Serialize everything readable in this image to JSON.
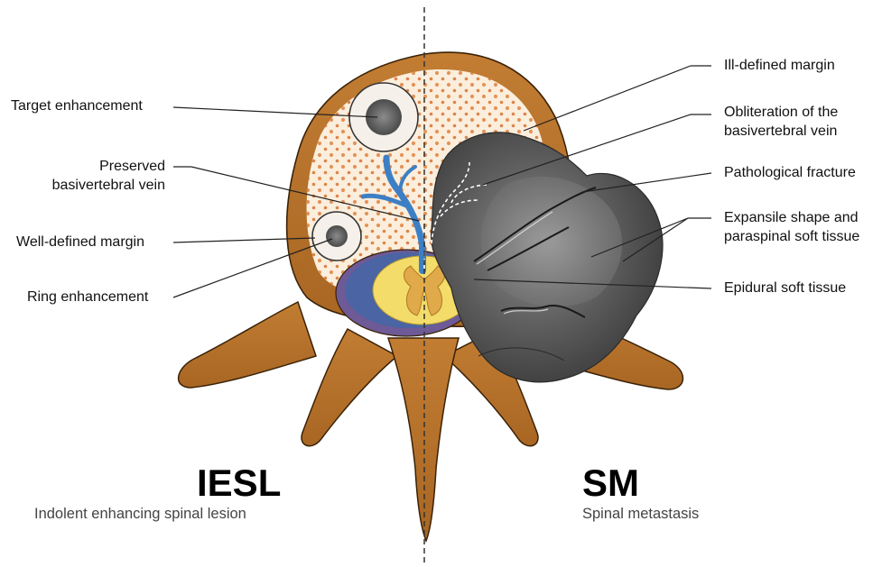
{
  "left_labels": {
    "target_enhancement": "Target enhancement",
    "preserved_vein_line1": "Preserved",
    "preserved_vein_line2": "basivertebral vein",
    "well_defined_margin": "Well-defined margin",
    "ring_enhancement": "Ring enhancement"
  },
  "right_labels": {
    "ill_defined_margin": "Ill-defined margin",
    "obliteration_line1": "Obliteration of the",
    "obliteration_line2": "basivertebral vein",
    "pathological_fracture": "Pathological fracture",
    "expansile_line1": "Expansile shape and",
    "expansile_line2": "paraspinal soft tissue",
    "epidural_soft_tissue": "Epidural soft tissue"
  },
  "left_title": {
    "abbr": "IESL",
    "full": "Indolent enhancing spinal lesion"
  },
  "right_title": {
    "abbr": "SM",
    "full": "Spinal metastasis"
  },
  "colors": {
    "bone": "#b8752e",
    "bone_dark": "#7a4517",
    "marrow": "#fbeedd",
    "dots": "#e0894a",
    "vein": "#3d7fc4",
    "canal_purple": "#6d5a96",
    "canal_blue": "#3f68a8",
    "cord_yellow": "#f3dc6a",
    "gray_matter": "#e0a94a",
    "metastasis": "#5d5d5d"
  },
  "icons": {
    "midline": "dashed-midline"
  }
}
